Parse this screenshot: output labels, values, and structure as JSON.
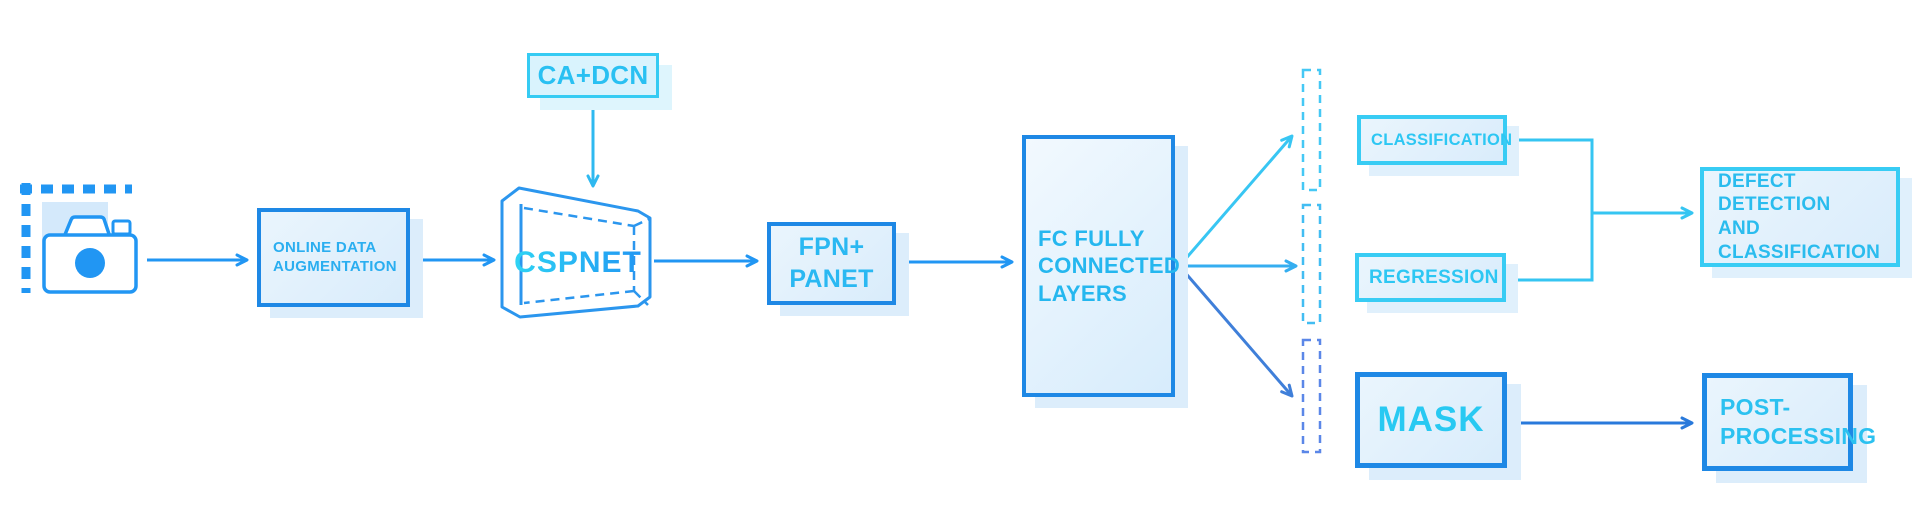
{
  "nodes": {
    "camera": {
      "icon": "camera-icon"
    },
    "ca_dcn": {
      "label": "CA+DCN"
    },
    "online_aug": {
      "label": "ONLINE DATA\nAUGMENTATION"
    },
    "cspnet": {
      "label": "CSPNET"
    },
    "fpn_panet": {
      "label": "FPN+\nPANET"
    },
    "fc": {
      "label": "FC FULLY\nCONNECTED\nLAYERS"
    },
    "classification": {
      "label": "CLASSIFICATION"
    },
    "regression": {
      "label": "REGRESSION"
    },
    "mask": {
      "label": "MASK"
    },
    "defect": {
      "label": "DEFECT DETECTION\nAND CLASSIFICATION"
    },
    "post": {
      "label": "POST-\nPROCESSING"
    }
  },
  "edges": [
    {
      "from": "camera",
      "to": "online_aug"
    },
    {
      "from": "online_aug",
      "to": "cspnet"
    },
    {
      "from": "ca_dcn",
      "to": "cspnet"
    },
    {
      "from": "cspnet",
      "to": "fpn_panet"
    },
    {
      "from": "fpn_panet",
      "to": "fc"
    },
    {
      "from": "fc",
      "to": "feature-vector-top"
    },
    {
      "from": "fc",
      "to": "feature-vector-middle"
    },
    {
      "from": "fc",
      "to": "feature-vector-bottom"
    },
    {
      "from": "classification",
      "to": "defect"
    },
    {
      "from": "regression",
      "to": "defect"
    },
    {
      "from": "mask",
      "to": "post"
    }
  ],
  "colors": {
    "blue_border": "#1e88e5",
    "cyan_border": "#38ccf4",
    "arrow_blue": "#2196f3",
    "arrow_cyan": "#38c6f3",
    "arrow_deep_blue": "#3f7fd9",
    "text_cyan": "#2ab4f1",
    "box_fill": "#e0effc",
    "shadow": "#dcedfb"
  }
}
